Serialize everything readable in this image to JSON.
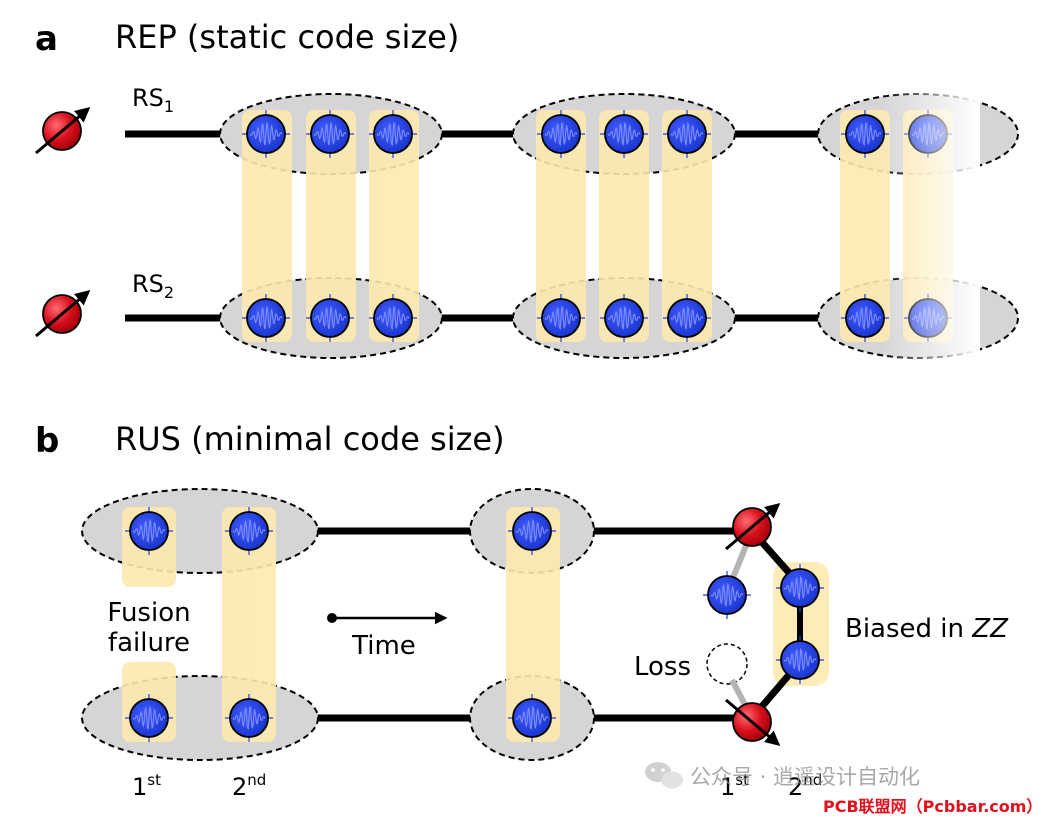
{
  "panel_a": {
    "letter": "a",
    "title": "REP (static code size)",
    "rs1_base": "RS",
    "rs1_sub": "1",
    "rs2_base": "RS",
    "rs2_sub": "2"
  },
  "panel_b": {
    "letter": "b",
    "title": "RUS (minimal code size)",
    "fusion": "Fusion",
    "failure": "failure",
    "time": "Time",
    "loss": "Loss",
    "biased_prefix": "Biased in ",
    "biased_var": "ZZ",
    "first_base": "1",
    "first_sup": "st",
    "second_base": "2",
    "second_sup": "nd",
    "first2_base": "1",
    "first2_sup": "st",
    "second2_base": "2",
    "second2_sup": "nd"
  },
  "watermark": {
    "account": "公众号 · 逍遥设计自动化",
    "site": "PCB联盟网（Pcbbar.com）"
  },
  "colors": {
    "photon": "#1f3fe0",
    "spin": "#d8101c",
    "highlight": "#fde9b0",
    "ellipse": "#d5d5d5"
  }
}
